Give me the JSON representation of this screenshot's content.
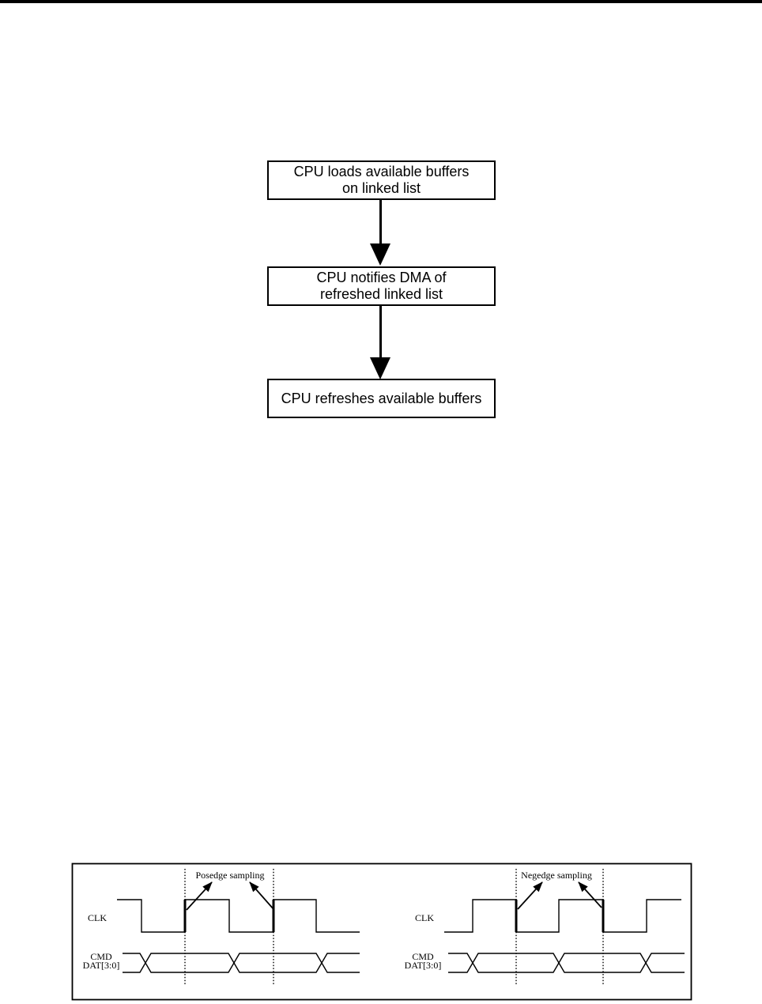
{
  "page": {
    "background_color": "#ffffff",
    "top_bar_color": "#000000"
  },
  "flowchart": {
    "boxes": [
      {
        "label": "CPU loads available buffers\non linked list"
      },
      {
        "label": "CPU notifies DMA of\nrefreshed linked list"
      },
      {
        "label": "CPU refreshes available buffers"
      }
    ]
  },
  "timing_figure": {
    "ink_color": "#000000",
    "diagrams": [
      {
        "sampling_label": "Posedge sampling",
        "clk_label": "CLK",
        "bus_label_line1": "CMD",
        "bus_label_line2": "DAT[3:0]"
      },
      {
        "sampling_label": "Negedge sampling",
        "clk_label": "CLK",
        "bus_label_line1": "CMD",
        "bus_label_line2": "DAT[3:0]"
      }
    ]
  }
}
